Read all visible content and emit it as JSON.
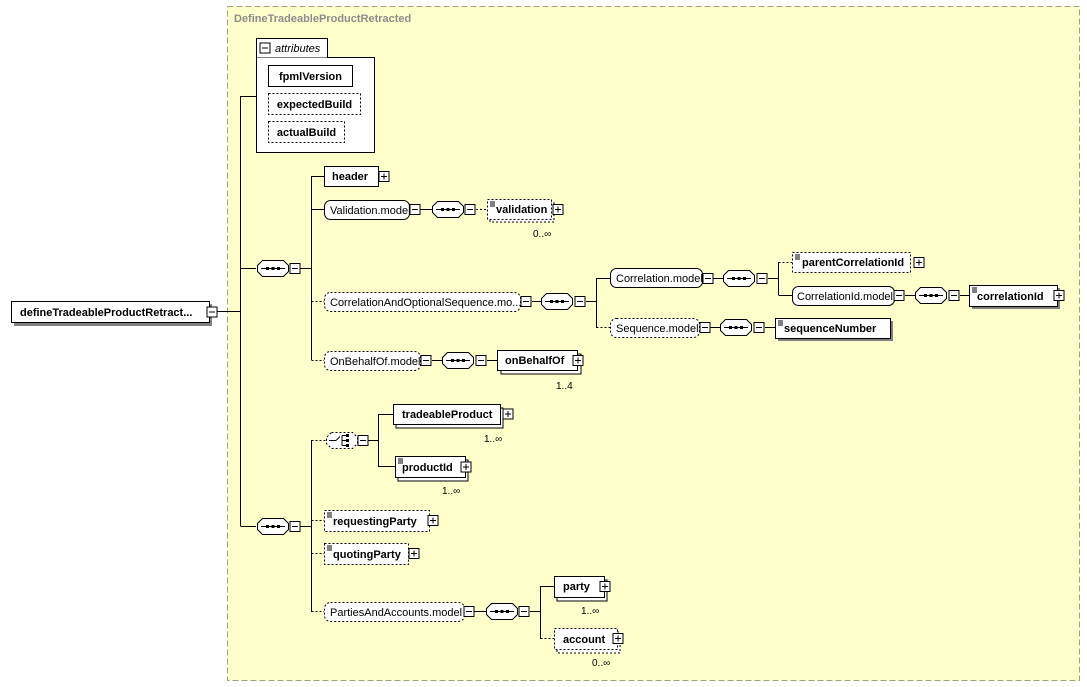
{
  "group": {
    "title": "DefineTradeableProductRetracted",
    "attributes_label": "attributes",
    "attributes": [
      "fpmlVersion",
      "expectedBuild",
      "actualBuild"
    ]
  },
  "root": {
    "label": "defineTradeableProductRetract..."
  },
  "seq1": {
    "header": "header",
    "validation_model": "Validation.model",
    "validation": "validation",
    "validation_occ": "0..∞",
    "corr_opt_seq_model": "CorrelationAndOptionalSequence.mo...",
    "correlation_model": "Correlation.model",
    "parent_correlation_id": "parentCorrelationId",
    "correlation_id_model": "CorrelationId.model",
    "correlation_id": "correlationId",
    "sequence_model": "Sequence.model",
    "sequence_number": "sequenceNumber",
    "on_behalf_of_model": "OnBehalfOf.model",
    "on_behalf_of": "onBehalfOf",
    "on_behalf_of_occ": "1..4"
  },
  "seq2": {
    "tradeable_product": "tradeableProduct",
    "tradeable_product_occ": "1..∞",
    "product_id": "productId",
    "product_id_occ": "1..∞",
    "requesting_party": "requestingParty",
    "quoting_party": "quotingParty",
    "parties_accounts_model": "PartiesAndAccounts.model",
    "party": "party",
    "party_occ": "1..∞",
    "account": "account",
    "account_occ": "0..∞"
  },
  "colors": {
    "group_background": "#ffffcc",
    "group_border": "#a0a080",
    "title_text": "#8c8c8c"
  }
}
